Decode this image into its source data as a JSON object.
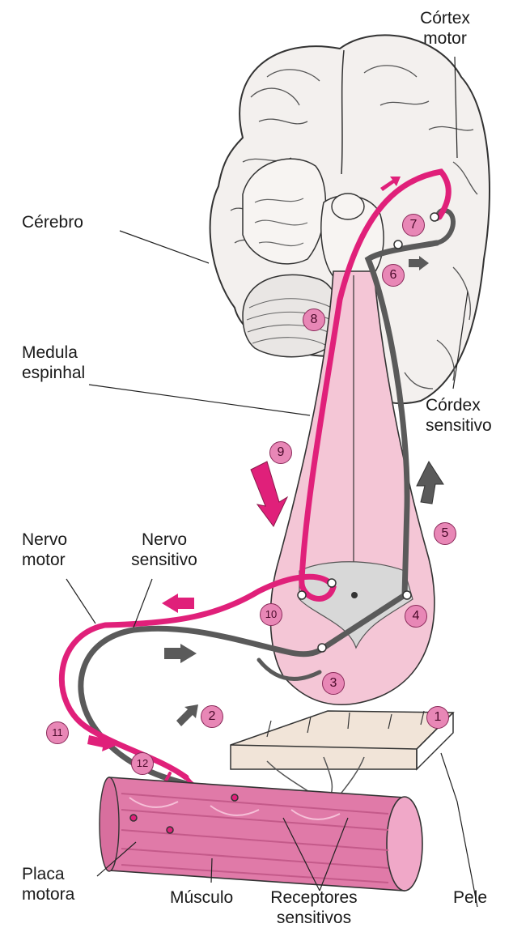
{
  "labels": {
    "cortex_motor": "Córtex\nmotor",
    "cerebro": "Cérebro",
    "medula_espinhal": "Medula\nespinhal",
    "cordex_sensitivo": "Córdex\nsensitivo",
    "nervo_motor": "Nervo\nmotor",
    "nervo_sensitivo": "Nervo\nsensitivo",
    "placa_motora": "Placa\nmotora",
    "musculo": "Músculo",
    "receptores_sensitivos": "Receptores\nsensitivos",
    "pele": "Pele"
  },
  "steps": [
    "1",
    "2",
    "3",
    "4",
    "5",
    "6",
    "7",
    "8",
    "9",
    "10",
    "11",
    "12"
  ],
  "colors": {
    "motor_pathway": "#e0207a",
    "sensory_pathway": "#5a5a5a",
    "spinal_cord": "#f4c6d6",
    "muscle": "#e07aa8",
    "step_badge": "#e887b6"
  }
}
